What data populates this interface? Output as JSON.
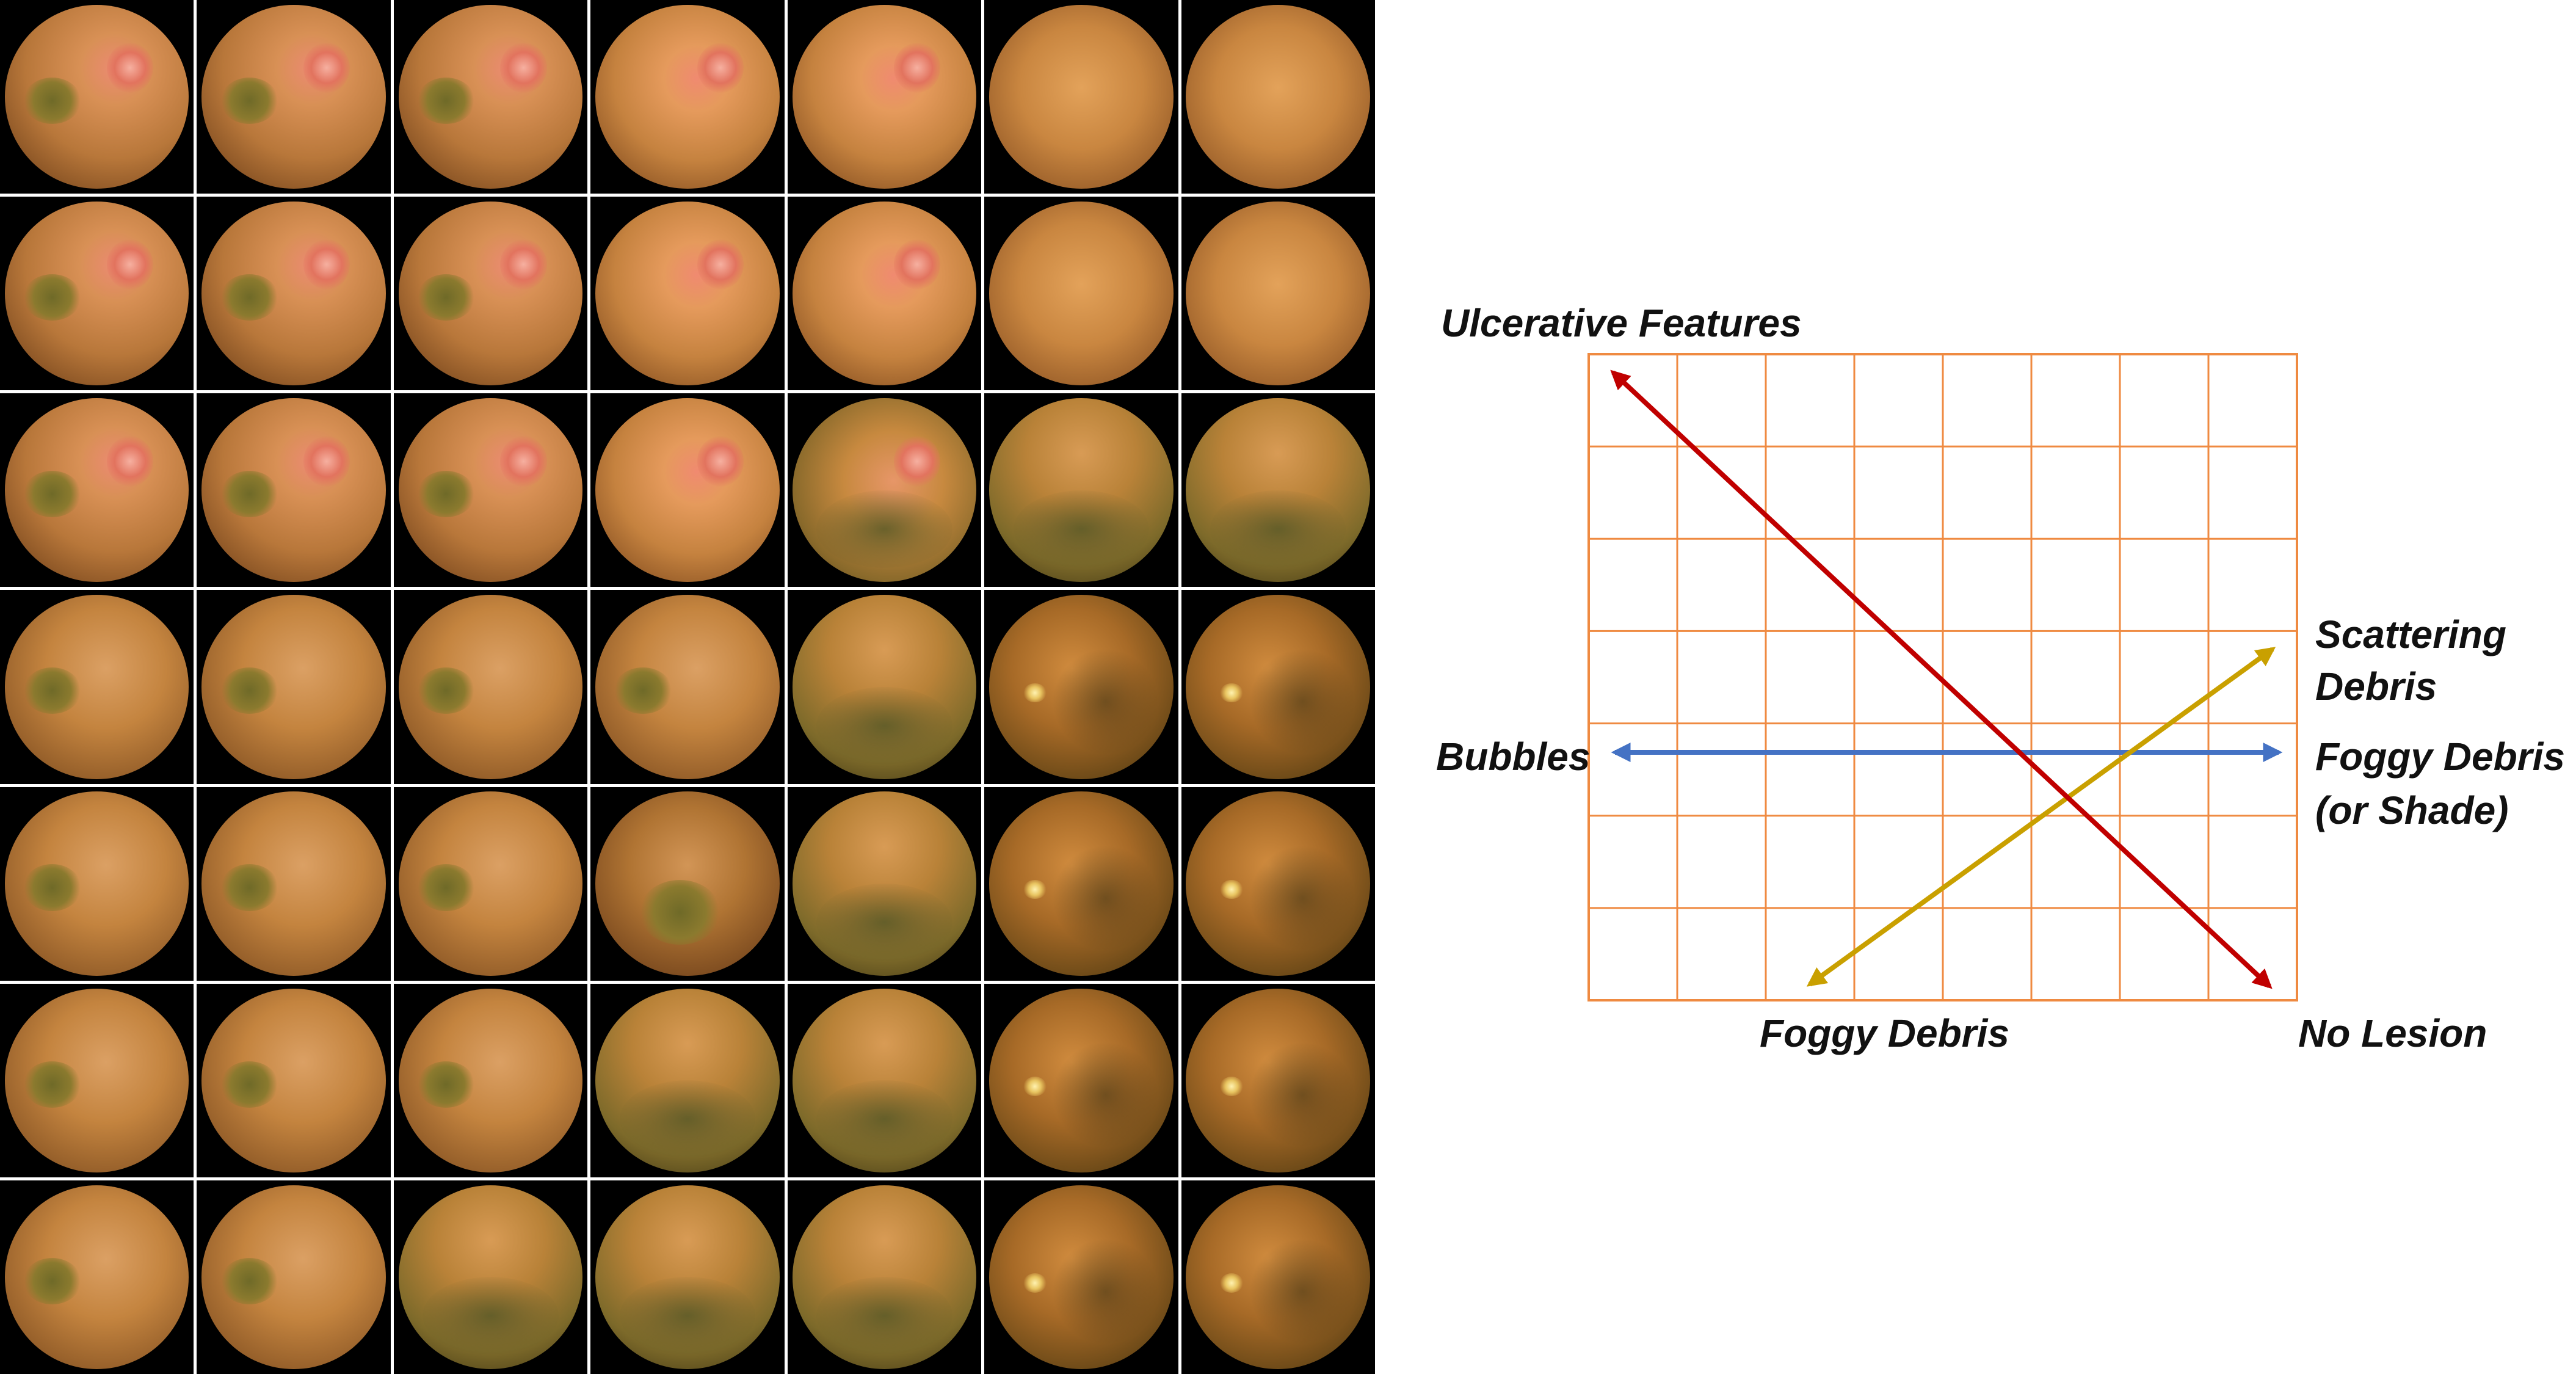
{
  "image_grid": {
    "rows": 7,
    "cols": 7,
    "tiles": [
      [
        "bubbles-lesion",
        "bubbles-lesion",
        "bubbles-lesion",
        "lesion",
        "lesion",
        "clean",
        "clean"
      ],
      [
        "bubbles-lesion",
        "bubbles-lesion",
        "bubbles-lesion",
        "lesion",
        "lesion",
        "clean",
        "clean"
      ],
      [
        "bubbles-lesion",
        "bubbles-lesion",
        "bubbles-lesion",
        "lesion",
        "lesion-fog",
        "fog",
        "fog"
      ],
      [
        "bubbles",
        "bubbles",
        "bubbles",
        "bubbles",
        "fog",
        "scatter",
        "scatter"
      ],
      [
        "bubbles",
        "bubbles",
        "bubbles",
        "bubbles-heavy",
        "fog",
        "scatter",
        "scatter"
      ],
      [
        "bubbles",
        "bubbles",
        "bubbles",
        "fog",
        "fog",
        "scatter",
        "scatter"
      ],
      [
        "bubbles",
        "bubbles",
        "fog",
        "fog",
        "fog",
        "scatter",
        "scatter"
      ]
    ]
  },
  "diagram": {
    "grid_rows": 7,
    "grid_cols": 8,
    "grid_color": "#ef8a41",
    "labels": {
      "ulcerative": "Ulcerative Features",
      "scattering_line1": "Scattering",
      "scattering_line2": "Debris",
      "bubbles": "Bubbles",
      "foggy_right_line1": "Foggy Debris",
      "foggy_right_line2": "(or Shade)",
      "foggy_bottom": "Foggy Debris",
      "no_lesion": "No Lesion"
    },
    "axes": [
      {
        "name": "ulcerative-to-no-lesion",
        "color": "#c00000"
      },
      {
        "name": "bubbles-to-foggy-shade",
        "color": "#4472c4"
      },
      {
        "name": "foggy-to-scattering",
        "color": "#c9a000"
      }
    ]
  }
}
